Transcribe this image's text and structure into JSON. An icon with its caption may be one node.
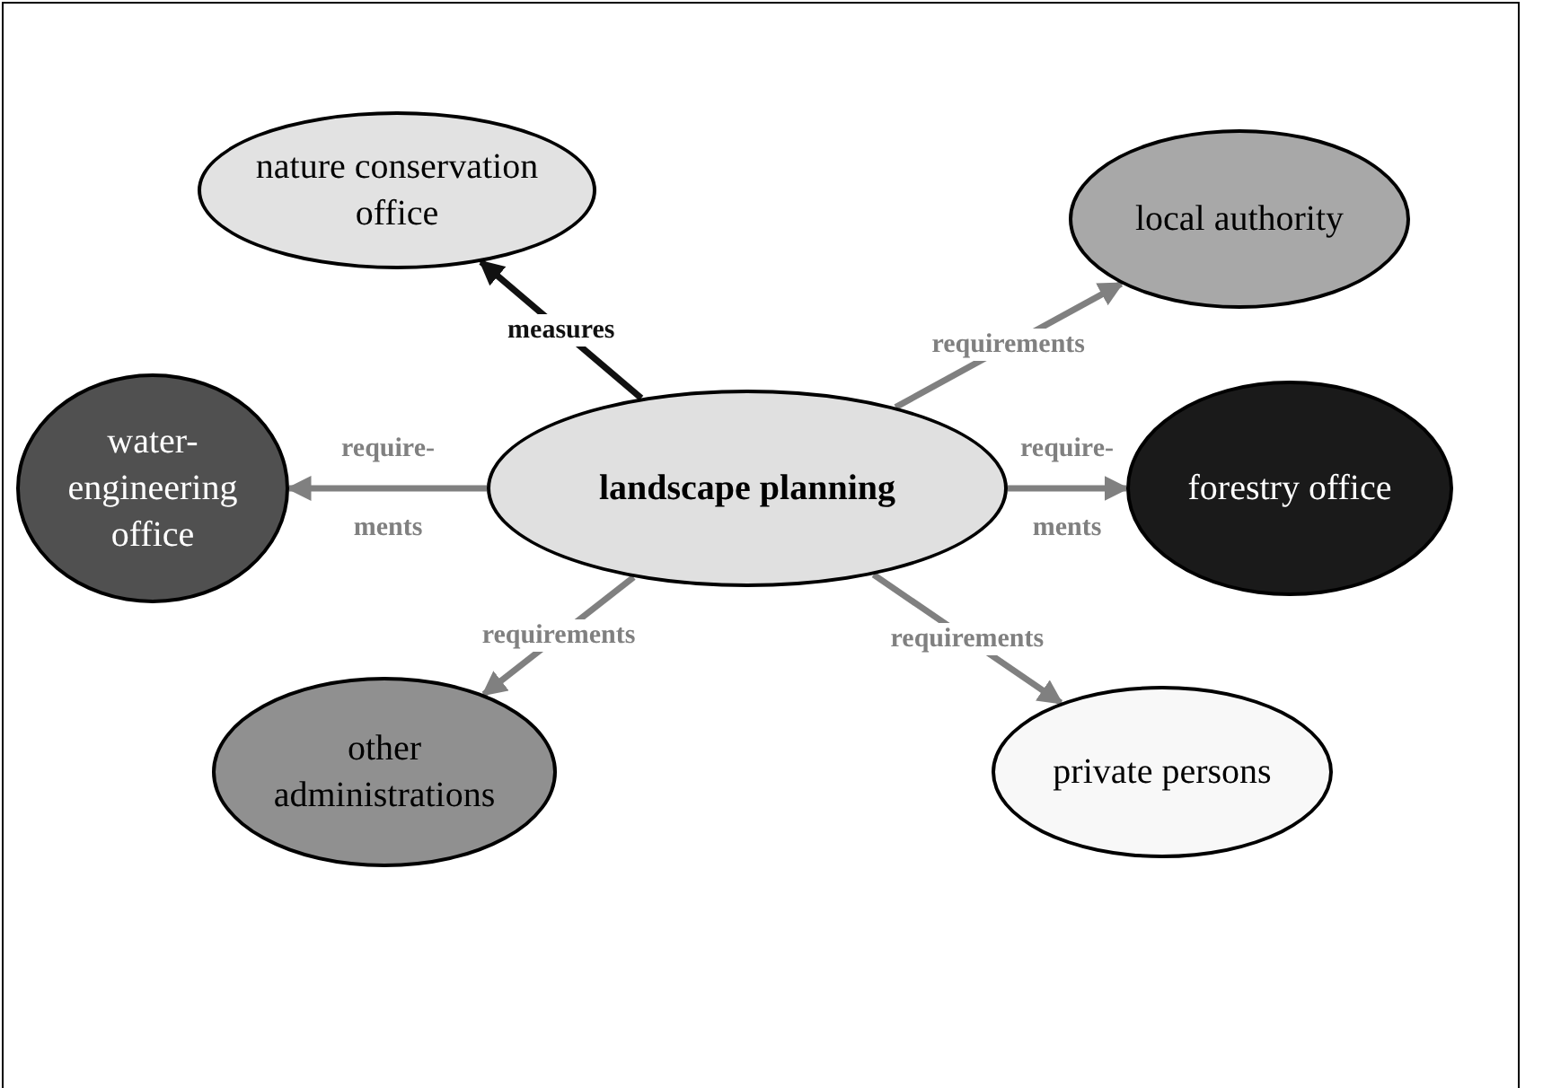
{
  "diagram": {
    "nodes": [
      {
        "text": [
          "nature conservation office"
        ]
      },
      {
        "text": [
          "local authority"
        ]
      },
      {
        "text": [
          "water-engineering office"
        ]
      },
      {
        "text": [
          "landscape planning"
        ]
      },
      {
        "text": [
          "forestry office"
        ]
      },
      {
        "text": [
          "other administrations"
        ]
      },
      {
        "text": [
          "private persons"
        ]
      }
    ],
    "edges": [
      {
        "from": 3,
        "to": 0,
        "arrow": "to",
        "label": "measures",
        "color": "#111111"
      },
      {
        "from": 3,
        "to": 1,
        "arrow": "to",
        "label": "requirements"
      },
      {
        "from": 3,
        "to": 2,
        "arrow": "to",
        "label": "require- ments"
      },
      {
        "from": 3,
        "to": 4,
        "arrow": "to",
        "label": "require- ments"
      },
      {
        "from": 3,
        "to": 5,
        "arrow": "to",
        "label": "requirements"
      },
      {
        "from": 3,
        "to": 6,
        "arrow": "to",
        "label": "requirements"
      }
    ]
  }
}
